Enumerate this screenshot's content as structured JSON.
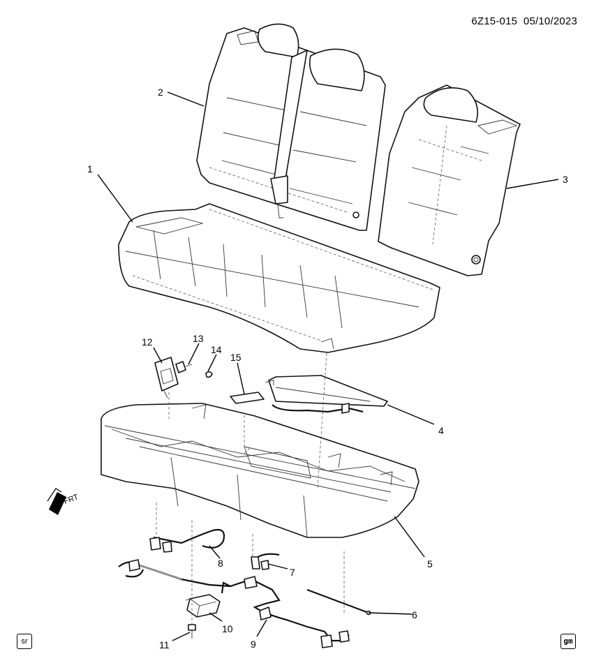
{
  "header": {
    "diagram_code": "6Z15-015",
    "date": "05/10/2023"
  },
  "frt_label": "FRT",
  "badges": {
    "left": "sr",
    "right": "gm"
  },
  "callouts": [
    "1",
    "2",
    "3",
    "4",
    "5",
    "6",
    "7",
    "8",
    "9",
    "10",
    "11",
    "12",
    "13",
    "14",
    "15"
  ],
  "parts": {
    "1": "rear-seat-cushion-cover",
    "2": "rear-seatback-left",
    "3": "rear-seatback-right",
    "4": "cushion-heater-pad",
    "5": "rear-seat-cushion-frame",
    "6": "wire-rod",
    "7": "harness-connector",
    "8": "harness-connector",
    "9": "seat-wiring-harness",
    "10": "control-module",
    "11": "bolt",
    "12": "child-seat-anchor-guide",
    "13": "bolt",
    "14": "clip",
    "15": "label"
  }
}
